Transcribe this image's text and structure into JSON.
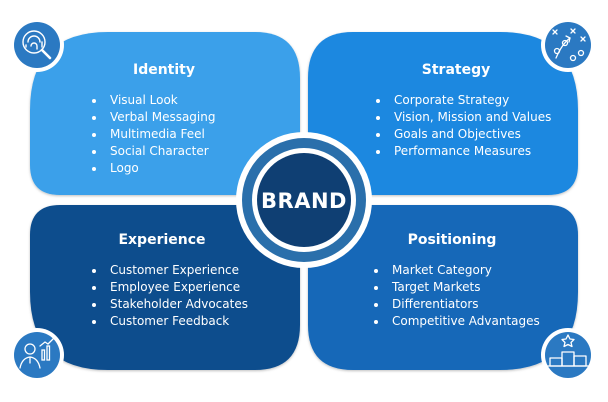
{
  "center": {
    "label": "BRAND"
  },
  "panels": {
    "identity": {
      "title": "Identity",
      "items": [
        "Visual Look",
        "Verbal Messaging",
        "Multimedia Feel",
        "Social Character",
        "Logo"
      ],
      "color": "#3aa0ea"
    },
    "strategy": {
      "title": "Strategy",
      "items": [
        "Corporate Strategy",
        "Vision, Mission and Values",
        "Goals and Objectives",
        "Performance Measures"
      ],
      "color": "#1f88e0"
    },
    "experience": {
      "title": "Experience",
      "items": [
        "Customer Experience",
        "Employee Experience",
        "Stakeholder Advocates",
        "Customer Feedback"
      ],
      "color": "#0e4d8d"
    },
    "positioning": {
      "title": "Positioning",
      "items": [
        "Market Category",
        "Target Markets",
        "Differentiators",
        "Competitive Advantages"
      ],
      "color": "#1468b8"
    }
  },
  "icons": {
    "identity": "fingerprint-search-icon",
    "strategy": "game-plan-icon",
    "experience": "person-growth-chart-icon",
    "positioning": "podium-star-icon"
  },
  "colors": {
    "center_ring": "#2a6fab",
    "center_core": "#0f3f73",
    "icon_ring": "#2b79c2"
  }
}
